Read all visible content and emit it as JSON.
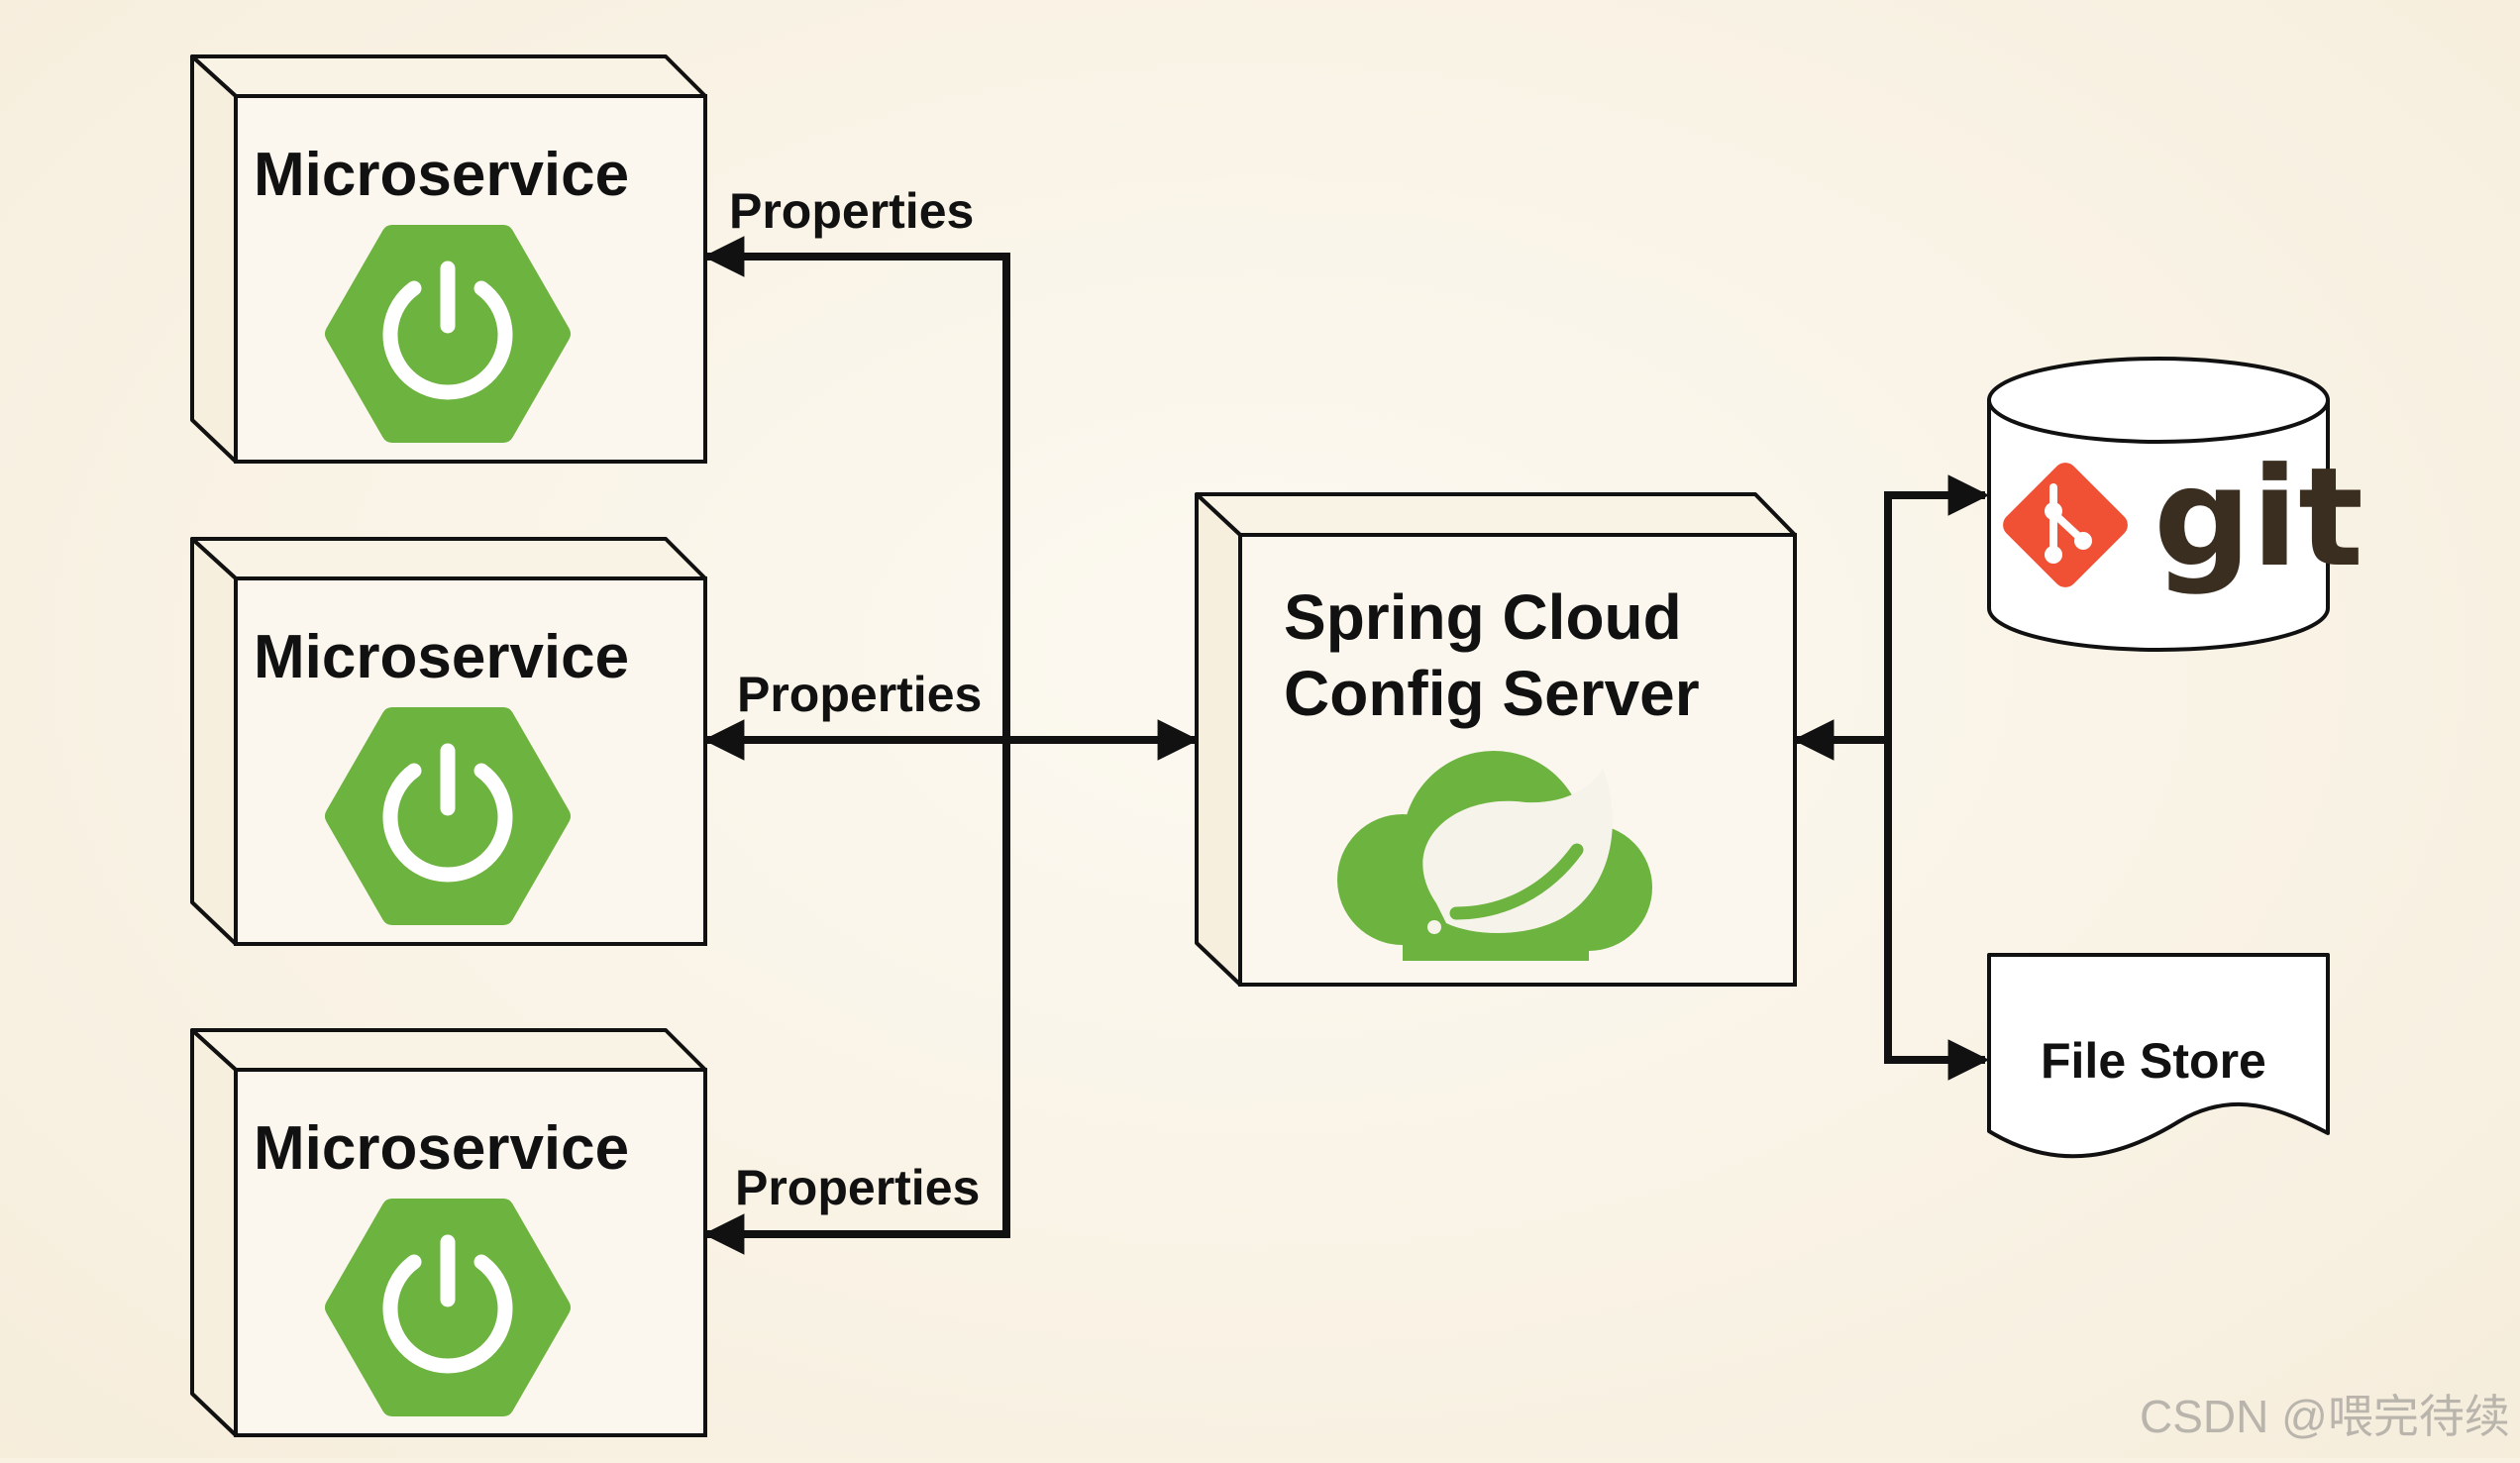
{
  "diagram": {
    "microservices": [
      {
        "title": "Microservice",
        "icon": "spring-boot-power-icon"
      },
      {
        "title": "Microservice",
        "icon": "spring-boot-power-icon"
      },
      {
        "title": "Microservice",
        "icon": "spring-boot-power-icon"
      }
    ],
    "edge_labels": [
      "Properties",
      "Properties",
      "Properties"
    ],
    "config_server": {
      "title_line1": "Spring Cloud",
      "title_line2": "Config Server",
      "icon": "spring-cloud-leaf-icon"
    },
    "git_repo": {
      "label": "git",
      "icon": "git-logo-icon"
    },
    "file_store": {
      "label": "File Store"
    },
    "watermark": "CSDN @喂完待续"
  },
  "colors": {
    "spring_green": "#6db33f",
    "git_orange": "#f05033",
    "git_text": "#3a2e20",
    "line": "#111111",
    "background": "#f9f2e3"
  }
}
